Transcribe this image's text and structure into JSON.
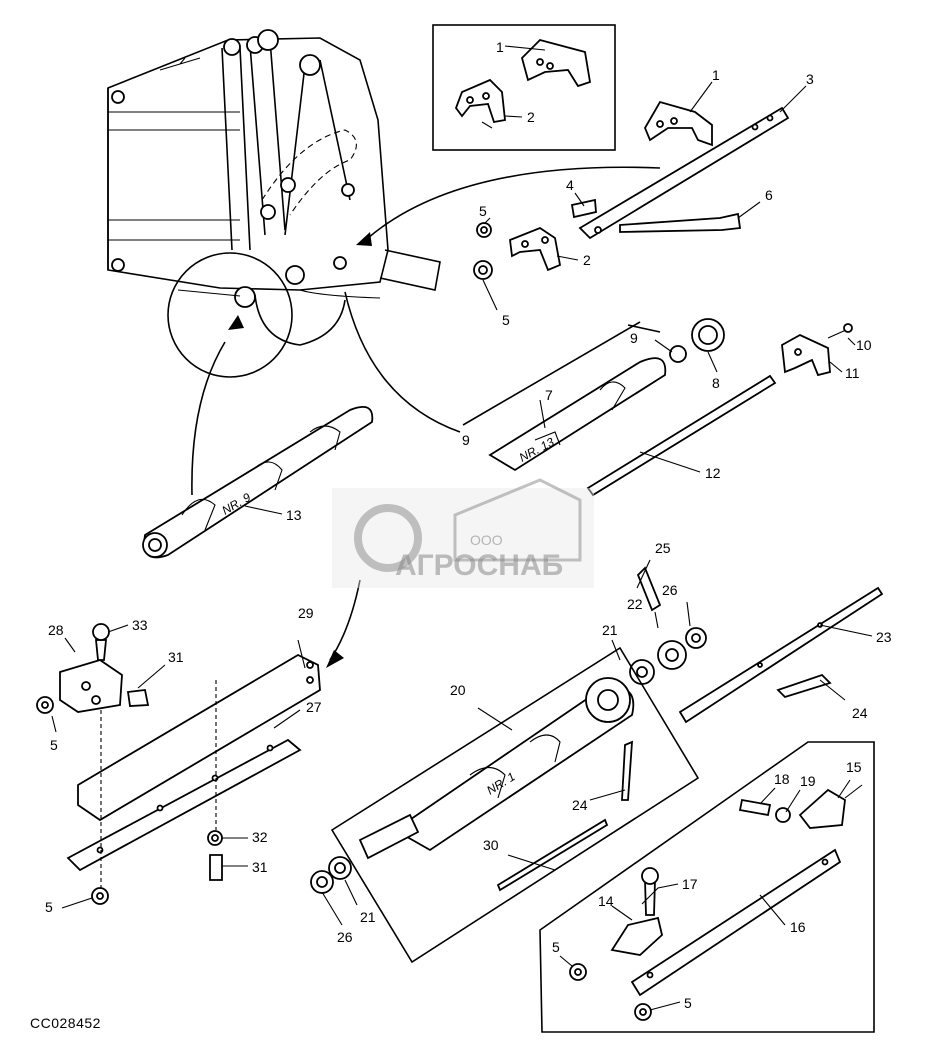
{
  "drawing_code": "CC028452",
  "watermark": {
    "small": "ООО",
    "large": "АГРОСНАБ"
  },
  "roller_markings": {
    "r13": "NR. 9",
    "r7": "NR. 13",
    "r20": "NR. 1"
  },
  "callouts": {
    "c1a": "1",
    "c1b": "1",
    "c2a": "2",
    "c2b": "2",
    "c3": "3",
    "c4": "4",
    "c5a": "5",
    "c5b": "5",
    "c5c": "5",
    "c5d": "5",
    "c5e": "5",
    "c5f": "5",
    "c6": "6",
    "c7": "7",
    "c8": "8",
    "c9a": "9",
    "c9b": "9",
    "c10": "10",
    "c11": "11",
    "c12": "12",
    "c13": "13",
    "c14": "14",
    "c15": "15",
    "c16": "16",
    "c17": "17",
    "c18": "18",
    "c19": "19",
    "c20": "20",
    "c21a": "21",
    "c21b": "21",
    "c22": "22",
    "c23": "23",
    "c24a": "24",
    "c24b": "24",
    "c25": "25",
    "c26a": "26",
    "c26b": "26",
    "c27": "27",
    "c28": "28",
    "c29": "29",
    "c30": "30",
    "c31a": "31",
    "c31b": "31",
    "c32": "32",
    "c33": "33"
  }
}
